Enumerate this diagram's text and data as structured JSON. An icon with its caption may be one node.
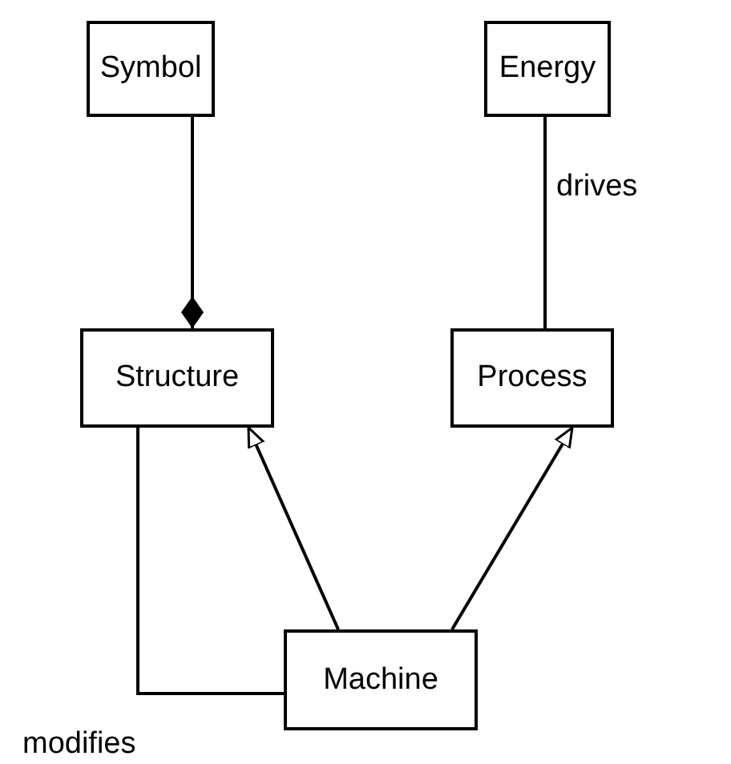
{
  "diagram": {
    "nodes": [
      {
        "text": [
          "Symbol"
        ]
      },
      {
        "text": [
          "Energy"
        ]
      },
      {
        "text": [
          "Structure"
        ]
      },
      {
        "text": [
          "Process"
        ]
      },
      {
        "text": [
          "Machine"
        ]
      }
    ],
    "edges": [
      {
        "from": 0,
        "to": 2,
        "arrow": "other"
      },
      {
        "from": 1,
        "to": 3,
        "arrow": "none",
        "label": "drives"
      },
      {
        "from": 4,
        "to": 2,
        "arrow": "to"
      },
      {
        "from": 4,
        "to": 3,
        "arrow": "to"
      },
      {
        "from": 2,
        "to": 4,
        "arrow": "none",
        "label": "modifies"
      }
    ]
  }
}
